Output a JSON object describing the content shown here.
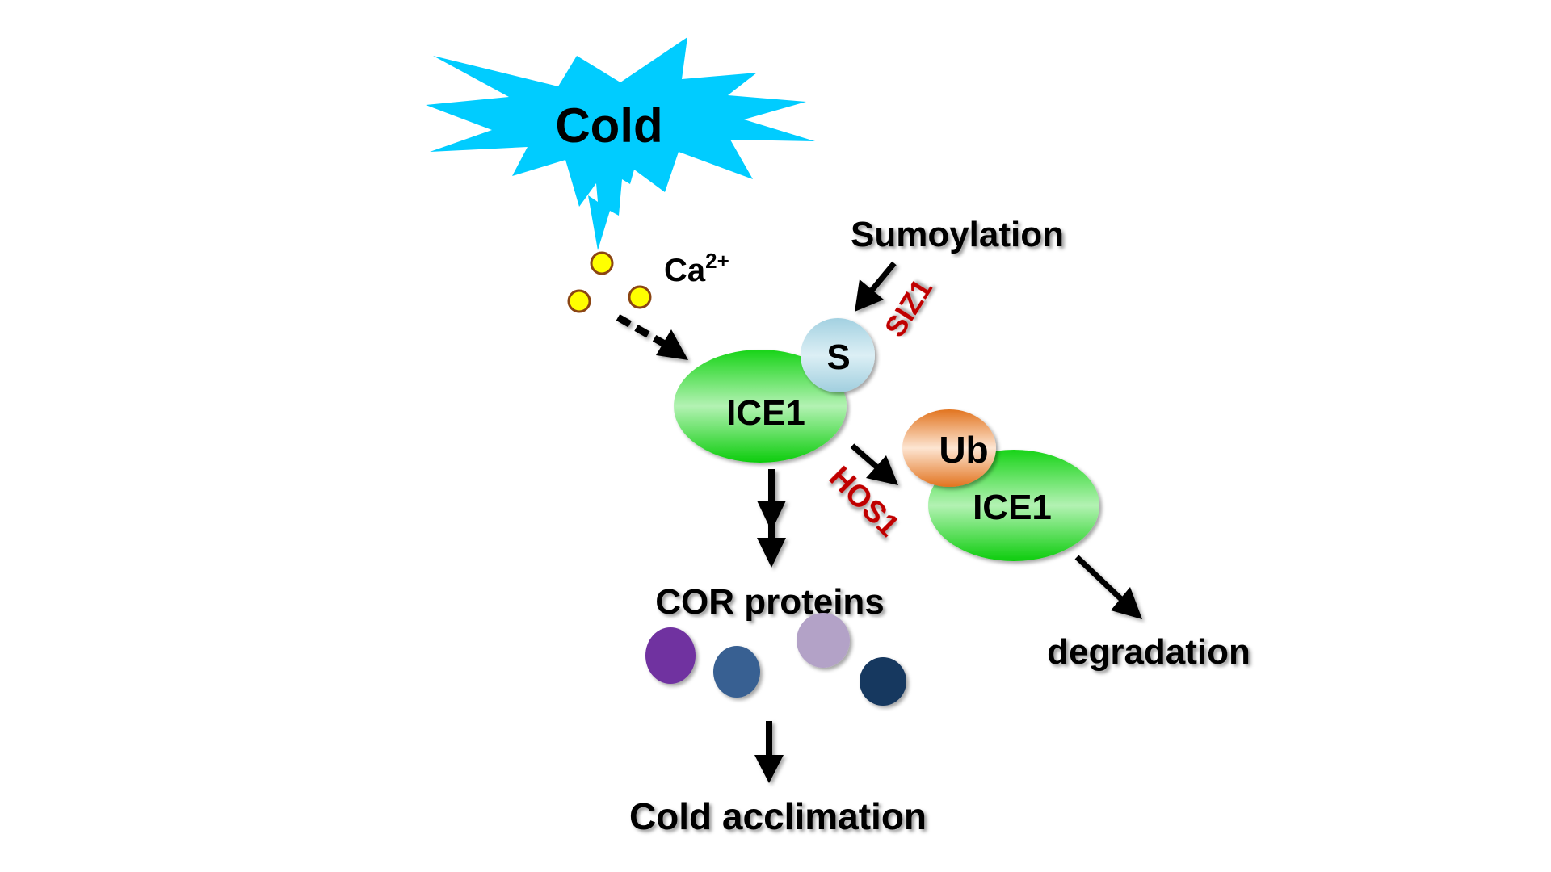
{
  "diagram": {
    "stimulus": {
      "label": "Cold",
      "color": "#00CCFF"
    },
    "calcium": {
      "label": "Ca",
      "superscript": "2+",
      "ion_color": "#FFFF00",
      "ion_border": "#8B4513"
    },
    "modification_top": {
      "label": "Sumoylation",
      "enzyme": "SIZ1"
    },
    "ice1_main": {
      "label": "ICE1",
      "tag": "S"
    },
    "ice1_ub": {
      "label": "ICE1",
      "tag": "Ub",
      "enzyme": "HOS1"
    },
    "cor": {
      "label": "COR proteins",
      "protein_colors": [
        "#7030A0",
        "#376092",
        "#B3A2C7",
        "#17375E"
      ]
    },
    "outcome_left": {
      "label": "Cold acclimation"
    },
    "outcome_right": {
      "label": "degradation"
    },
    "colors": {
      "enzyme_text": "#C00000",
      "arrow": "#000000",
      "ice1_green": "#1ED61E",
      "sumo_blue": "#A7D4E3",
      "ub_orange": "#E2741F"
    }
  }
}
